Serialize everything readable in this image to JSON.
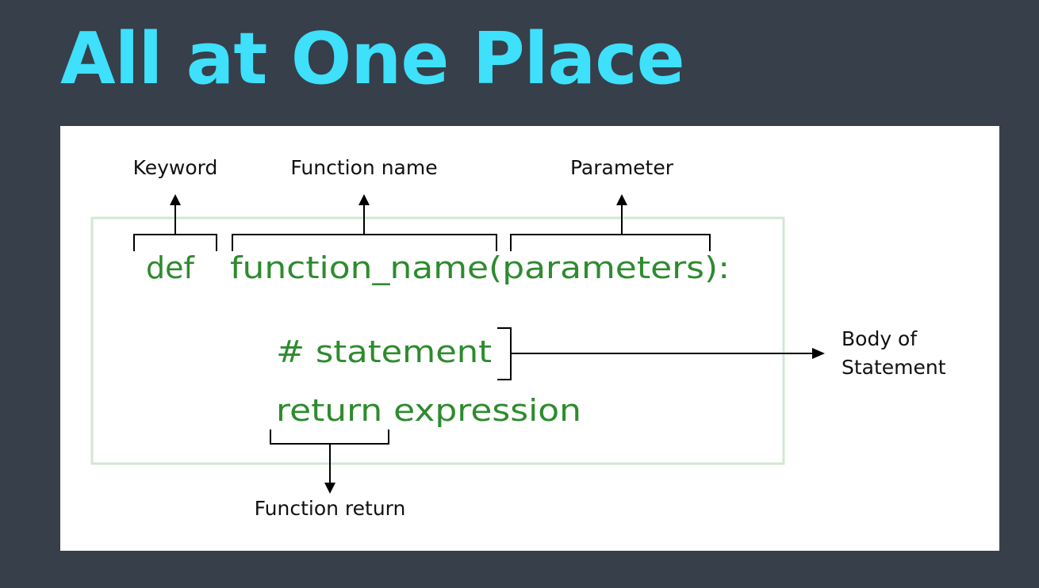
{
  "title": "All at One Place",
  "colors": {
    "background": "#373f4a",
    "title": "#3ee0fb",
    "code": "#2e8b2e",
    "box_border": "#d4e6d4"
  },
  "diagram": {
    "labels": {
      "keyword": "Keyword",
      "function_name": "Function name",
      "parameter": "Parameter",
      "body_line1": "Body of",
      "body_line2": "Statement",
      "function_return": "Function return"
    },
    "code": {
      "def": "def",
      "signature": "function_name(parameters):",
      "statement": "# statement",
      "return": "return expression"
    }
  }
}
